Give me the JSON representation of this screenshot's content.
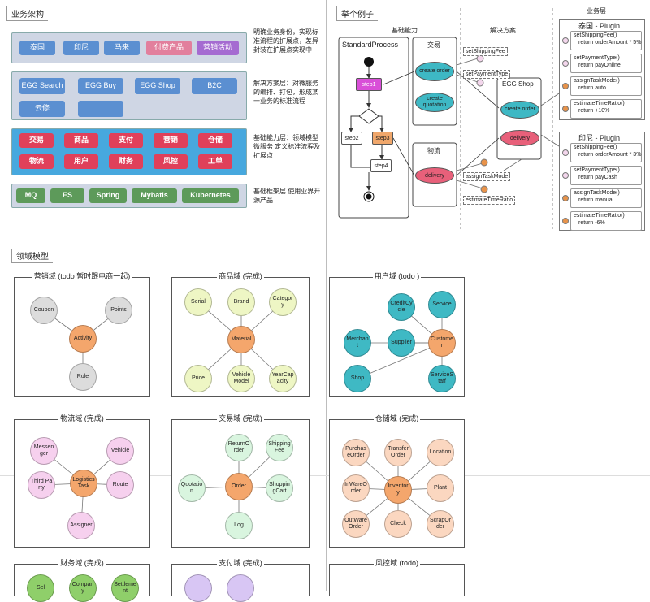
{
  "panes": {
    "architecture_title": "业务架构",
    "example_title": "举个例子",
    "domain_title": "领域模型"
  },
  "architecture": {
    "biz_chips": [
      "泰国",
      "印尼",
      "马来",
      "付费产品",
      "营销活动"
    ],
    "biz_note": "明确业务身份，实现标准流程的扩展点，差异封装在扩展点实现中",
    "solution_chips": [
      "EGG Search",
      "EGG Buy",
      "EGG Shop",
      "B2C",
      "云修",
      "..."
    ],
    "solution_note": "解决方案层：对微服务的编排、打包，形成某一业务的标准流程",
    "capability_chips": [
      "交易",
      "商品",
      "支付",
      "营销",
      "仓储",
      "物流",
      "用户",
      "财务",
      "风控",
      "工单"
    ],
    "capability_note": "基础能力层：领域模型 微服务 定义标准流程及扩展点",
    "framework_chips": [
      "MQ",
      "ES",
      "Spring",
      "Mybatis",
      "Kubernetes"
    ],
    "framework_note": "基础框架层 使用业界开源产品"
  },
  "example": {
    "col_capability": "基础能力",
    "col_solution": "解决方案",
    "col_business": "业务层",
    "standard_process": "StandardProcess",
    "steps": [
      "step1",
      "step2",
      "step3",
      "step4"
    ],
    "trade": "交易",
    "create_order": "create order",
    "create_quotation": "create quotation",
    "logistics": "物流",
    "delivery": "delivery",
    "egg_shop": "EGG Shop",
    "shop_create_order": "create order",
    "shop_delivery": "delivery",
    "ext_points": [
      "setShippingFee",
      "setPaymentType",
      "assignTaskMode",
      "estimateTimeRatio"
    ],
    "thai_plugin": {
      "title": "泰国 - Plugin",
      "items": [
        [
          "setShippingFee()",
          "return orderAmount * 5%"
        ],
        [
          "setPaymentType()",
          "return payOnline"
        ],
        [
          "assignTaskMode()",
          "return auto"
        ],
        [
          "estimateTimeRatio()",
          "return +10%"
        ]
      ]
    },
    "indo_plugin": {
      "title": "印尼 - Plugin",
      "items": [
        [
          "setShippingFee()",
          "return orderAmount * 3%"
        ],
        [
          "setPaymentType()",
          "return payCash"
        ],
        [
          "assignTaskMode()",
          "return manual"
        ],
        [
          "estimateTimeRatio()",
          "return -6%"
        ]
      ]
    }
  },
  "domains": [
    {
      "title": "营销域 (todo 暂时跟电商一起)",
      "center": "Activity",
      "color": "#f4a66c",
      "leaf_color": "#dcdcdc",
      "leaves": [
        "Coupon",
        "Points",
        "Rule"
      ]
    },
    {
      "title": "商品域 (完成)",
      "center": "Material",
      "color": "#f4a66c",
      "leaf_color": "#eef6c4",
      "leaves": [
        "Serial",
        "Brand",
        "Category",
        "Price",
        "Vehicle Model",
        "YearCapacity"
      ]
    },
    {
      "title": "用户域 (todo )",
      "center": "Customer",
      "color": "#f4a66c",
      "leaf_color": "#3fb9c4",
      "leaves": [
        "CreditCycle",
        "Service",
        "Merchant",
        "Supplier",
        "Shop",
        "ServiceStaff"
      ]
    },
    {
      "title": "物流域 (完成)",
      "center": "LogisticsTask",
      "color": "#f4a66c",
      "leaf_color": "#f6d0ee",
      "leaves": [
        "Messenger",
        "Vehicle",
        "Third Party",
        "Route",
        "Assigner"
      ]
    },
    {
      "title": "交易域 (完成)",
      "center": "Order",
      "color": "#f4a66c",
      "leaf_color": "#d9f5df",
      "leaves": [
        "ReturnOrder",
        "ShippingFee",
        "Quotation",
        "ShoppingCart",
        "Log"
      ]
    },
    {
      "title": "仓储域 (完成)",
      "center": "Inventory",
      "color": "#f4a66c",
      "leaf_color": "#fbd7c0",
      "leaves": [
        "PurchaseOrder",
        "TransferOrder",
        "Location",
        "InWareOrder",
        "Plant",
        "OutWareOrder",
        "Check",
        "ScrapOrder"
      ]
    },
    {
      "title": "财务域 (完成)",
      "leaves": [
        "Sel",
        "Company",
        "Settlement"
      ],
      "leaf_color": "#8fcf6a"
    },
    {
      "title": "支付域 (完成)",
      "leaves": [
        "",
        ""
      ],
      "leaf_color": "#d8c6f4"
    },
    {
      "title": "风控域 (todo)",
      "leaves": []
    }
  ]
}
